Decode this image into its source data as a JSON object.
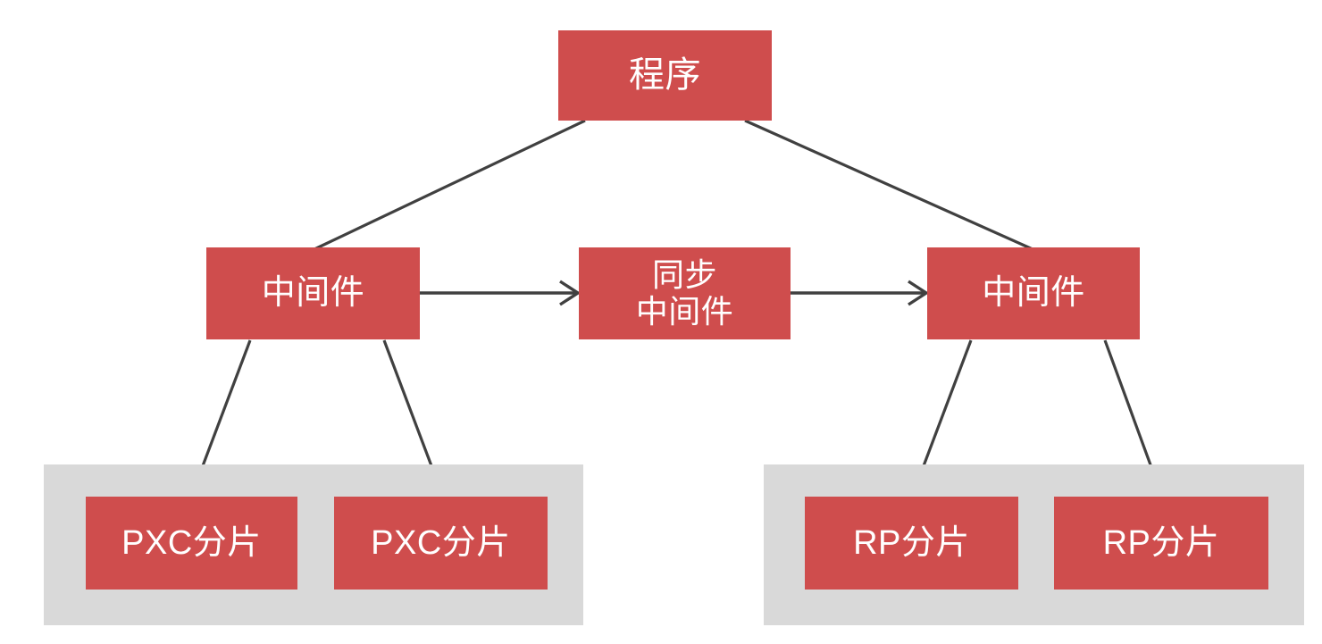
{
  "diagram": {
    "title": "",
    "colors": {
      "node_fill": "#cf4d4d",
      "node_text": "#ffffff",
      "group_fill": "#d9d9d9",
      "edge": "#404040",
      "background": "#ffffff"
    },
    "nodes": {
      "program": {
        "label": "程序"
      },
      "middleware_left": {
        "label": "中间件"
      },
      "middleware_sync": {
        "label": "同步\n中间件"
      },
      "middleware_right": {
        "label": "中间件"
      },
      "pxc_shard_1": {
        "label": "PXC分片"
      },
      "pxc_shard_2": {
        "label": "PXC分片"
      },
      "rp_shard_1": {
        "label": "RP分片"
      },
      "rp_shard_2": {
        "label": "RP分片"
      }
    },
    "groups": {
      "left_cluster": {
        "label": ""
      },
      "right_cluster": {
        "label": ""
      }
    },
    "edges": [
      {
        "from": "program",
        "to": "middleware_left",
        "type": "line"
      },
      {
        "from": "program",
        "to": "middleware_right",
        "type": "line"
      },
      {
        "from": "middleware_left",
        "to": "middleware_sync",
        "type": "arrow"
      },
      {
        "from": "middleware_sync",
        "to": "middleware_right",
        "type": "arrow"
      },
      {
        "from": "middleware_left",
        "to": "pxc_shard_1",
        "type": "line"
      },
      {
        "from": "middleware_left",
        "to": "pxc_shard_2",
        "type": "line"
      },
      {
        "from": "middleware_right",
        "to": "rp_shard_1",
        "type": "line"
      },
      {
        "from": "middleware_right",
        "to": "rp_shard_2",
        "type": "line"
      }
    ]
  }
}
